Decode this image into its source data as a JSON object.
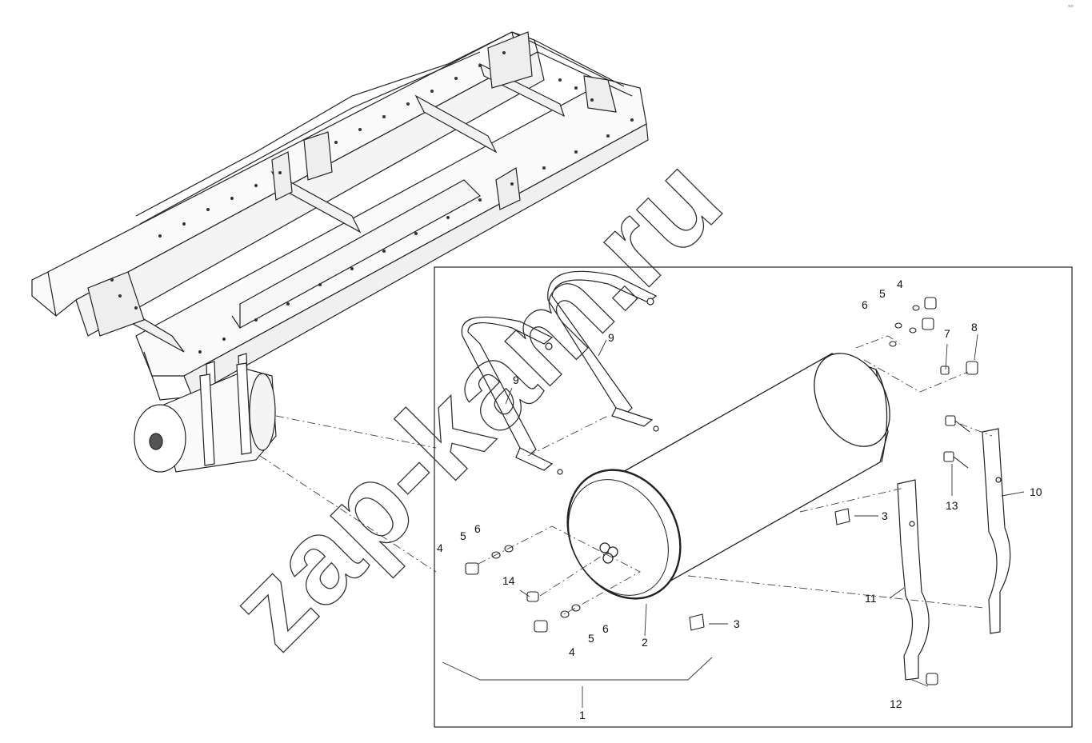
{
  "diagram": {
    "watermark_text": "zap-kam.ru",
    "corner_mark": "ᵃᵖᵖ",
    "part_labels": {
      "p1": "1",
      "p2": "2",
      "p3a": "3",
      "p3b": "3",
      "p4a": "4",
      "p4b": "4",
      "p4c": "4",
      "p5a": "5",
      "p5b": "5",
      "p5c": "5",
      "p6a": "6",
      "p6b": "6",
      "p6c": "6",
      "p7": "7",
      "p8": "8",
      "p9a": "9",
      "p9b": "9",
      "p10": "10",
      "p11": "11",
      "p12": "12",
      "p13": "13",
      "p14": "14"
    }
  }
}
